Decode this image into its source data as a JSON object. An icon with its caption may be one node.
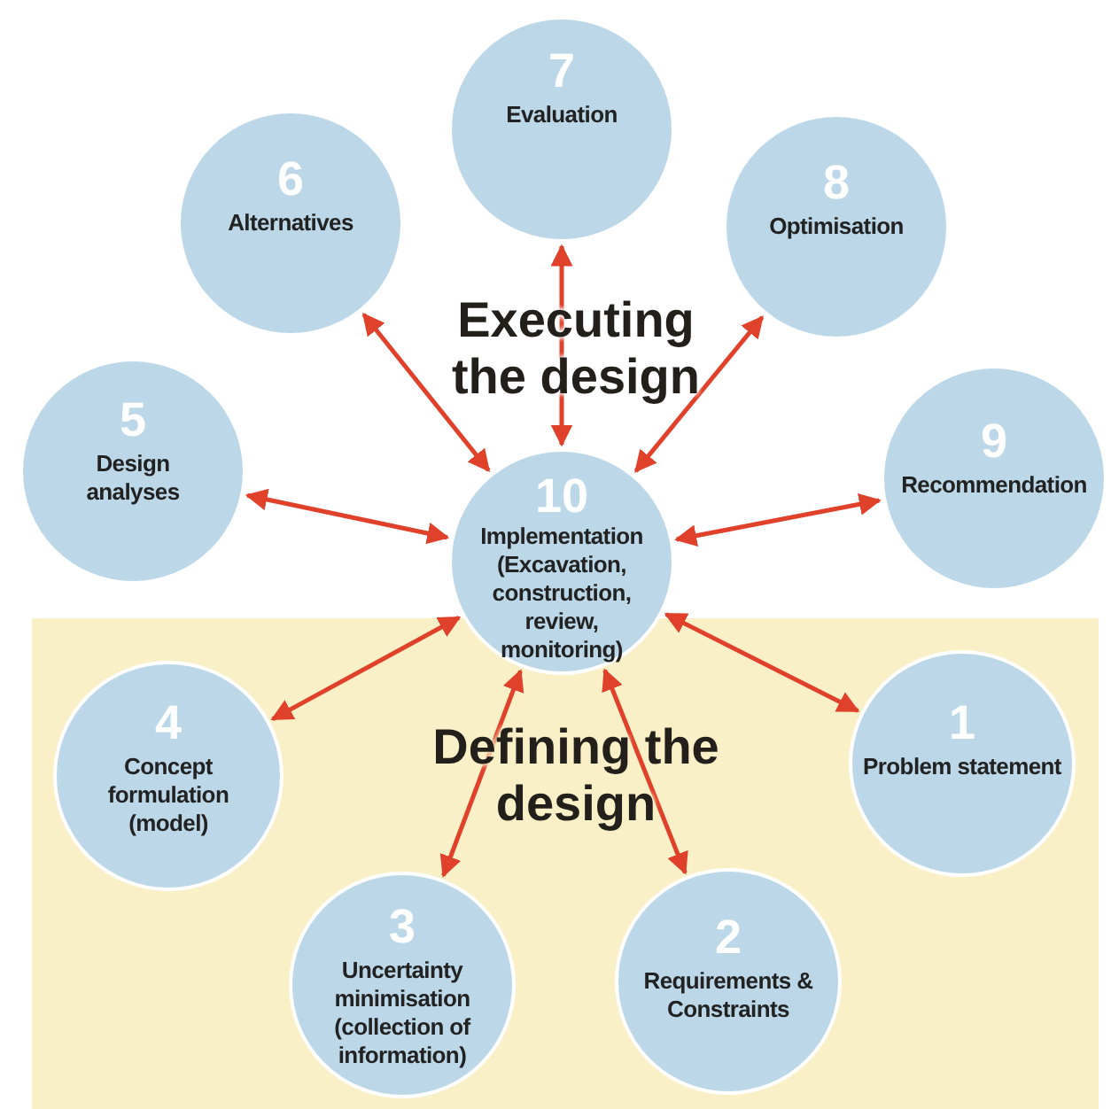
{
  "diagram": {
    "nodes": [
      {
        "text": [
          "7",
          "Evaluation"
        ]
      },
      {
        "text": [
          "6",
          "Alternatives"
        ]
      },
      {
        "text": [
          "8",
          "Optimisation"
        ]
      },
      {
        "text": [
          "5",
          "Design analyses"
        ]
      },
      {
        "text": [
          "10",
          "Implementation (Excavation, construction, review, monitoring)"
        ]
      },
      {
        "text": [
          "9",
          "Recommendation"
        ]
      },
      {
        "text": [
          "Defining the design"
        ]
      },
      {
        "text": [
          "4",
          "Concept formulation (model)"
        ],
        "in": 6
      },
      {
        "text": [
          "1",
          "Problem statement"
        ],
        "in": 6
      },
      {
        "text": [
          "3",
          "Uncertainty minimisation (collection of information)"
        ],
        "in": 6
      },
      {
        "text": [
          "2",
          "Requirements & Constraints"
        ],
        "in": 6
      }
    ],
    "edges": [
      {
        "from": 4,
        "to": 0,
        "arrow": "both"
      },
      {
        "from": 4,
        "to": 1,
        "arrow": "both"
      },
      {
        "from": 4,
        "to": 2,
        "arrow": "both"
      },
      {
        "from": 4,
        "to": 3,
        "arrow": "both"
      },
      {
        "from": 4,
        "to": 5,
        "arrow": "both"
      },
      {
        "from": 4,
        "to": 7,
        "arrow": "both"
      },
      {
        "from": 4,
        "to": 8,
        "arrow": "both"
      },
      {
        "from": 4,
        "to": 9,
        "arrow": "both"
      },
      {
        "from": 4,
        "to": 10,
        "arrow": "both"
      }
    ],
    "labels": [
      "Executing the design"
    ]
  }
}
